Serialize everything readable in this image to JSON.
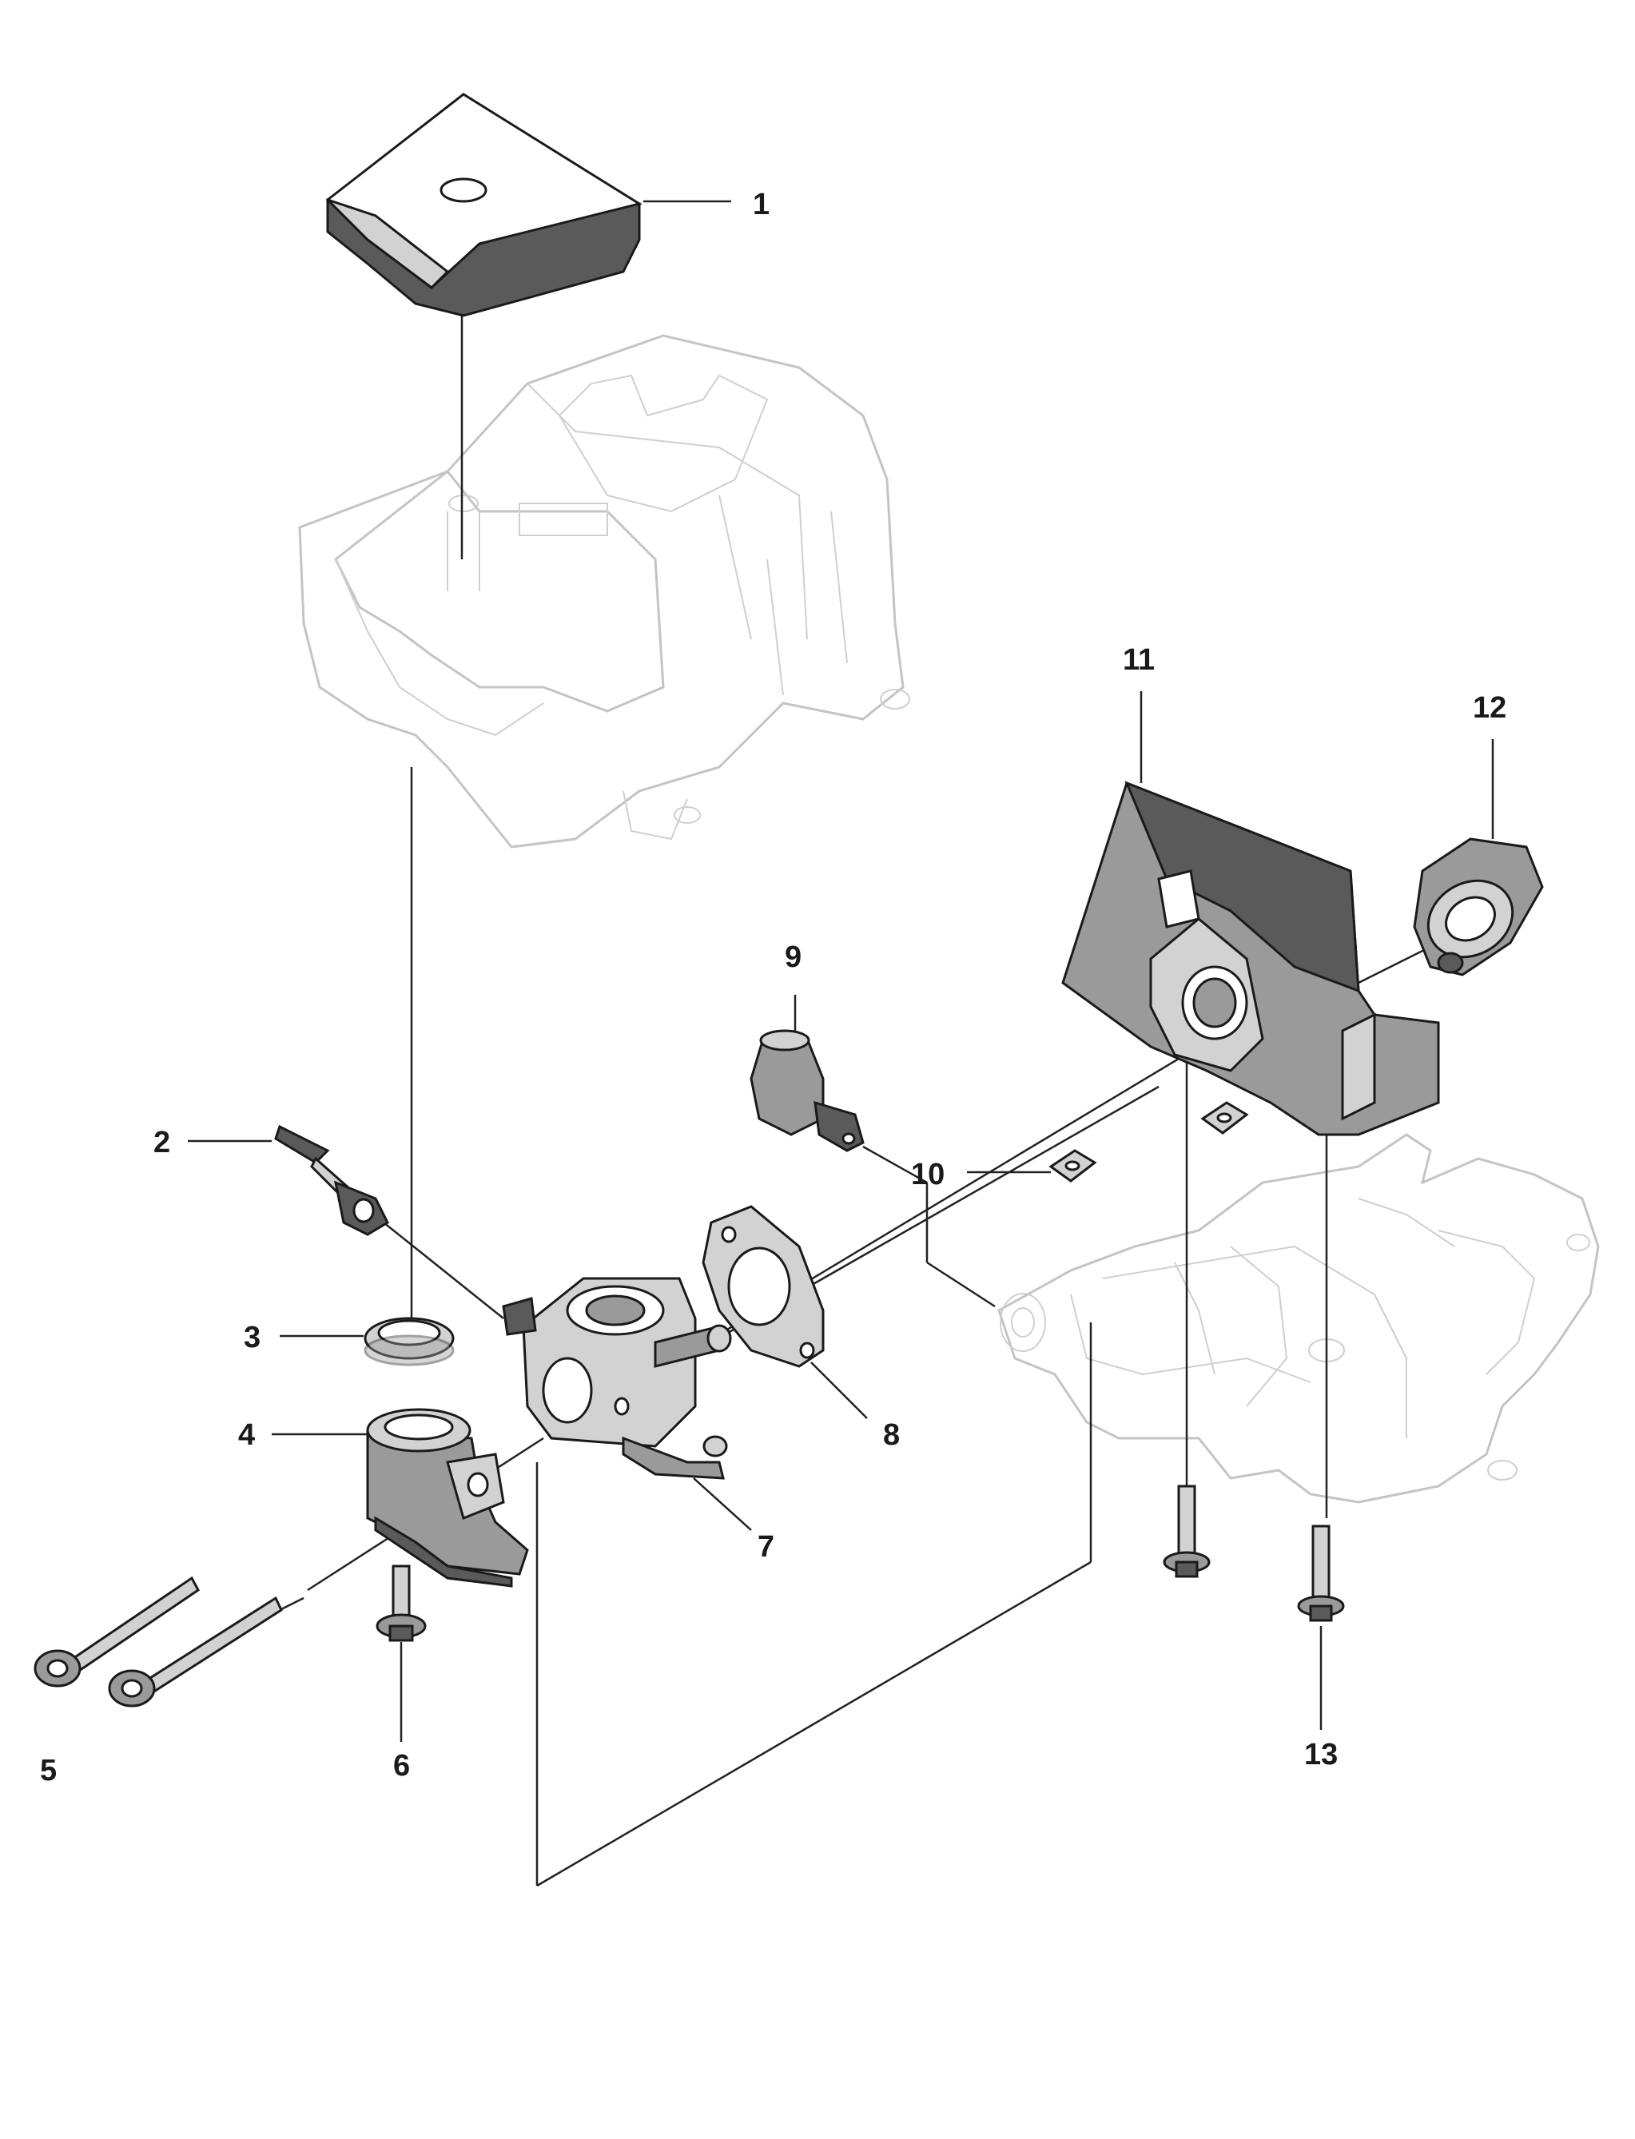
{
  "diagram": {
    "callouts": [
      "1",
      "2",
      "3",
      "4",
      "5",
      "6",
      "7",
      "8",
      "9",
      "10",
      "11",
      "12",
      "13"
    ],
    "colors": {
      "ink": "#1a1a1a",
      "ghost_outline": "#c4c4c4",
      "part_dark": "#5a5a5a",
      "part_light": "#d2d2d2"
    }
  }
}
